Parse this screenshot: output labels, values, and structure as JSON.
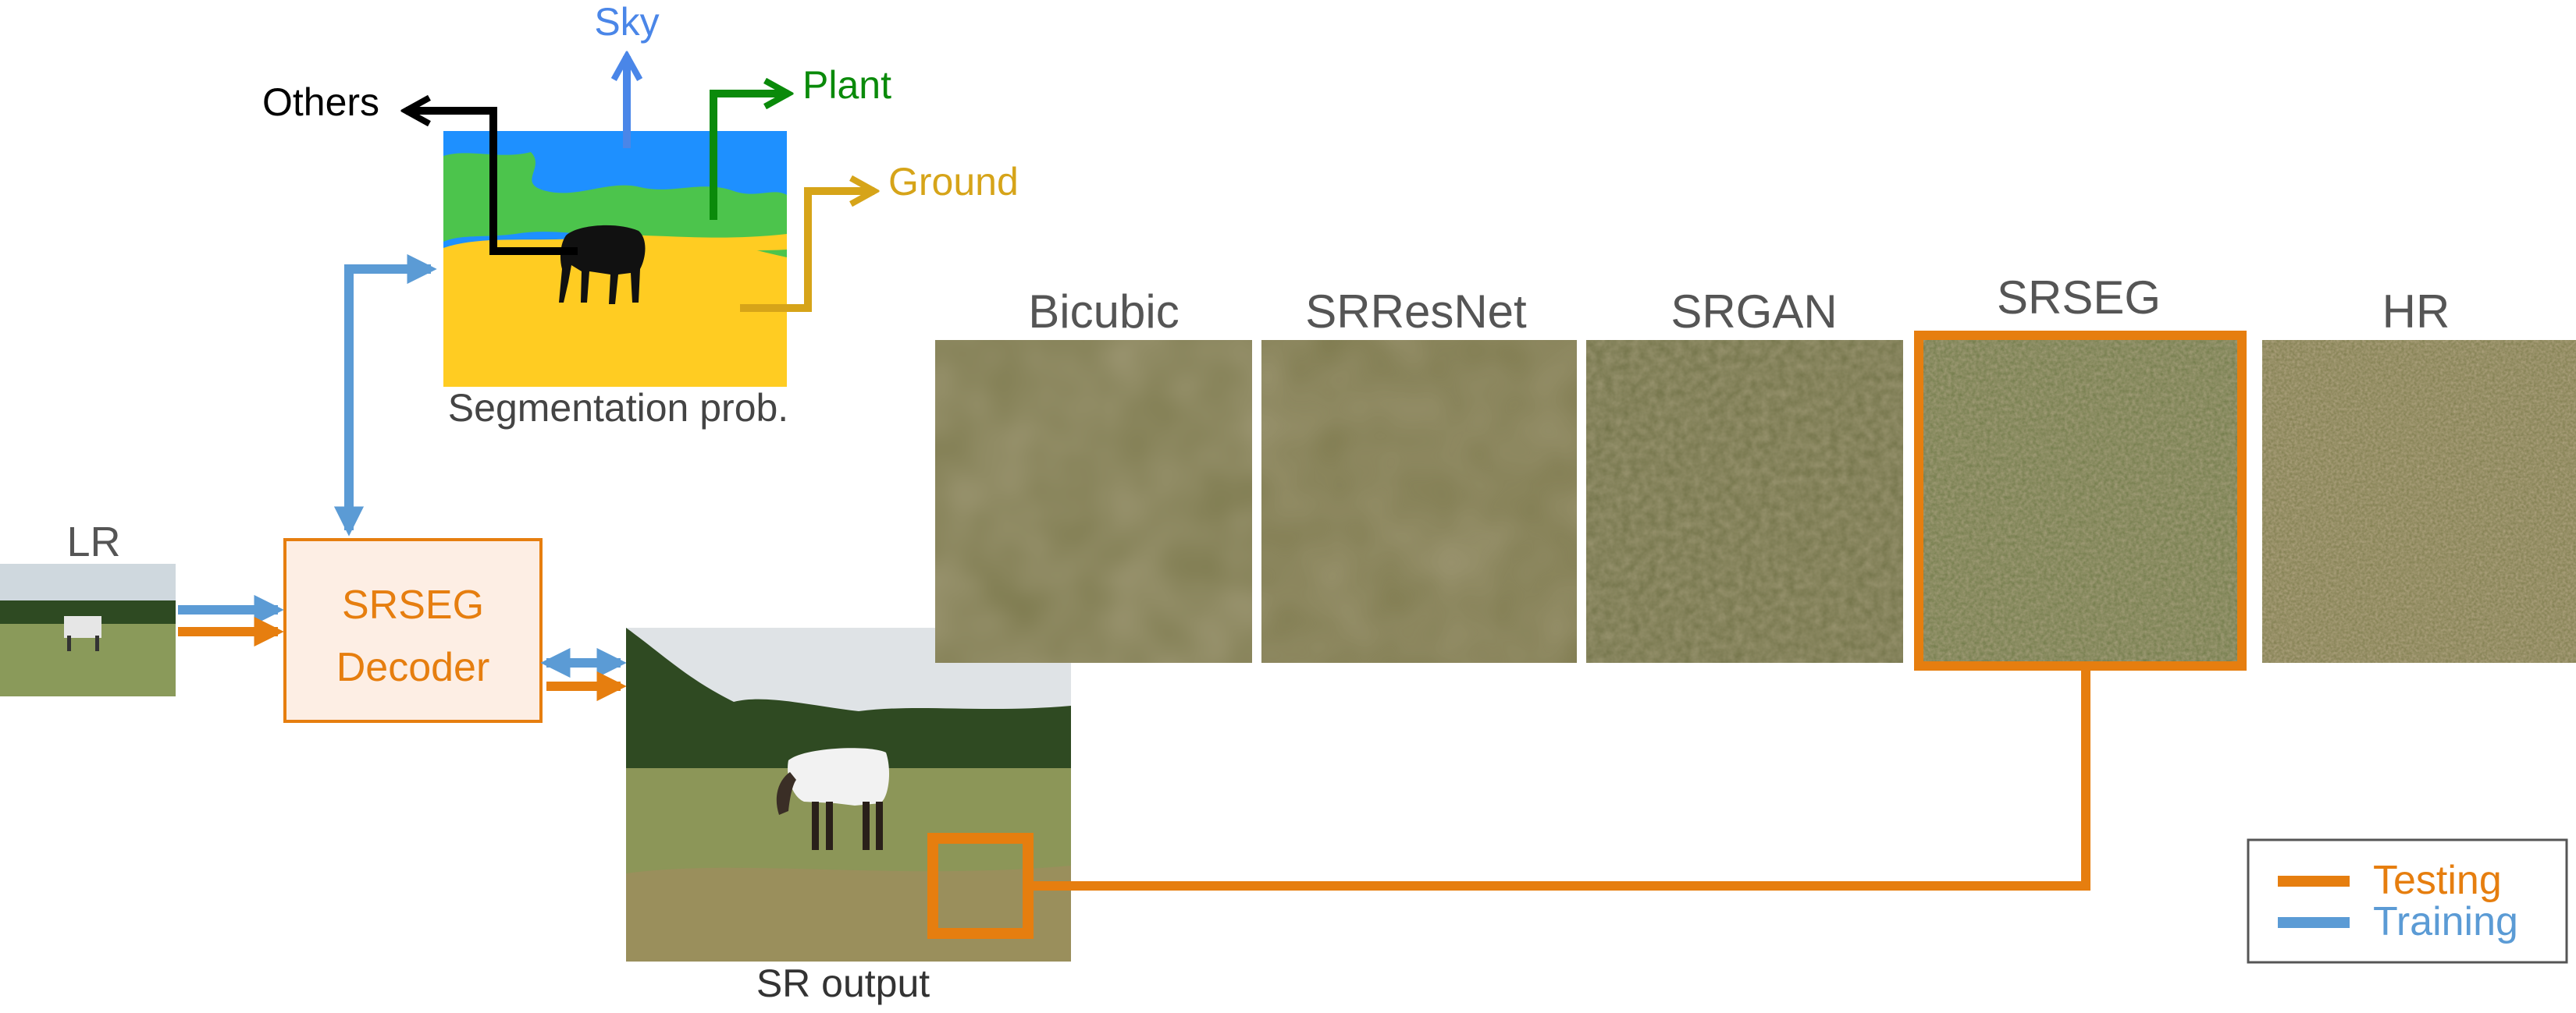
{
  "segmentation": {
    "caption": "Segmentation prob.",
    "labels": {
      "sky": "Sky",
      "plant": "Plant",
      "ground": "Ground",
      "others": "Others"
    }
  },
  "lr": {
    "label": "LR"
  },
  "decoder": {
    "line1": "SRSEG",
    "line2": "Decoder"
  },
  "sr_output": {
    "caption": "SR output"
  },
  "comparison": {
    "labels": [
      "Bicubic",
      "SRResNet",
      "SRGAN",
      "SRSEG",
      "HR"
    ]
  },
  "legend": {
    "testing": "Testing",
    "training": "Training"
  },
  "colors": {
    "training": "#5b9bd5",
    "testing": "#e67e0f",
    "sky": "#1e90ff",
    "plant": "#0a8a0a",
    "ground": "#d6a419",
    "others": "#000000",
    "text_gray": "#555555"
  }
}
